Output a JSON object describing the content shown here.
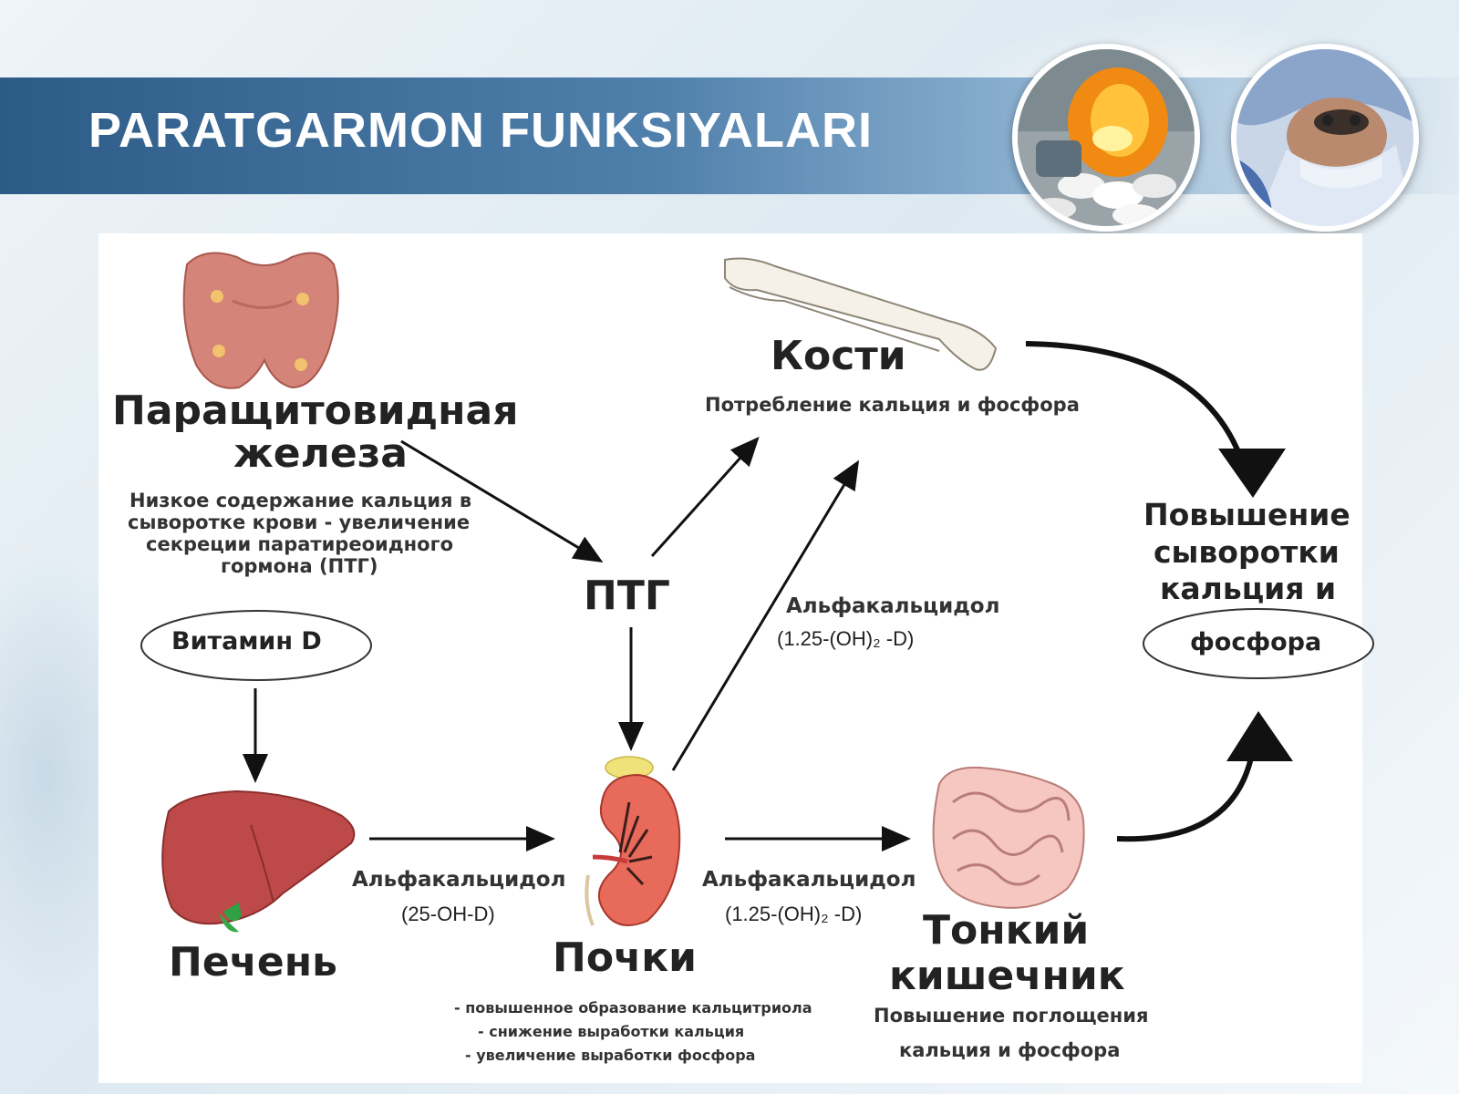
{
  "slide": {
    "title": "PARATGARMON FUNKSIYALARI"
  },
  "diagram": {
    "parathyroid": {
      "title_line1": "Паращитовидная",
      "title_line2": "железа",
      "desc_line1": "Низкое содержание кальция в",
      "desc_line2": "сыворотке крови - увеличение",
      "desc_line3": "секреции паратиреоидного",
      "desc_line4": "гормона (ПТГ)"
    },
    "bones": {
      "title": "Кости",
      "desc": "Потребление кальция и фосфора"
    },
    "ptg": {
      "label": "ПТГ"
    },
    "vitamin_d": {
      "label": "Витамин D"
    },
    "alfacalcidol_top": {
      "line1": "Альфакальцидол",
      "line2": "(1.25-(OH)₂ -D)"
    },
    "result": {
      "line1": "Повышение",
      "line2": "сыворотки",
      "line3": "кальция и",
      "line4": "фосфора"
    },
    "liver": {
      "title": "Печень"
    },
    "alfacalcidol_liver": {
      "line1": "Альфакальцидол",
      "line2": "(25-OH-D)"
    },
    "kidneys": {
      "title": "Почки",
      "desc_line1": "- повышенное образование кальцитриола",
      "desc_line2": "- снижение выработки кальция",
      "desc_line3": "- увеличение выработки фосфора"
    },
    "alfacalcidol_kidney": {
      "line1": "Альфакальцидол",
      "line2": "(1.25-(OH)₂ -D)"
    },
    "intestine": {
      "title_line1": "Тонкий",
      "title_line2": "кишечник",
      "desc_line1": "Повышение поглощения",
      "desc_line2": "кальция и фосфора"
    }
  },
  "icons": [
    "medicine-photo",
    "surgeon-photo",
    "thyroid-icon",
    "bone-icon",
    "liver-icon",
    "kidney-icon",
    "intestine-icon"
  ]
}
